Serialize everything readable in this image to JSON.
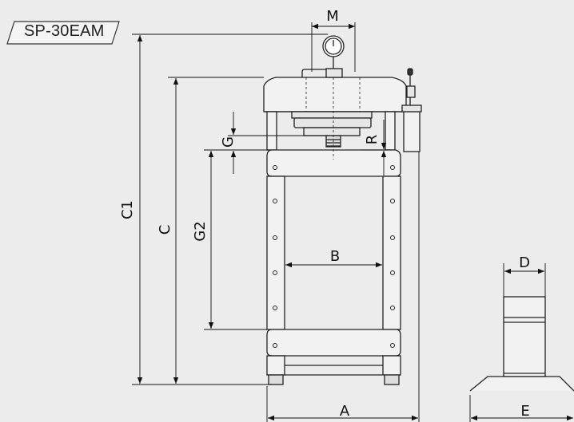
{
  "model": "SP-30EAM",
  "dimensions": {
    "A": "A",
    "B": "B",
    "C": "C",
    "C1": "C1",
    "D": "D",
    "E": "E",
    "G": "G",
    "G2": "G2",
    "M": "M",
    "R": "R"
  },
  "colors": {
    "background": "#ececec",
    "line": "#222222",
    "dimension_line": "#111111"
  }
}
